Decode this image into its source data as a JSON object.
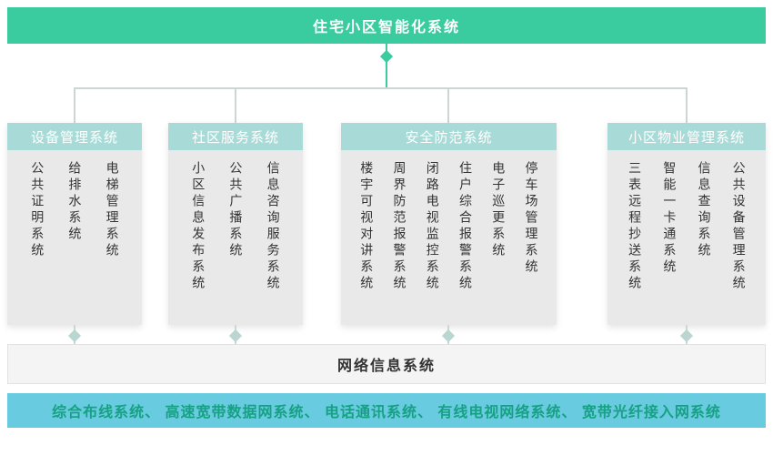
{
  "diagram": {
    "title": "住宅小区智能化系统",
    "branches": [
      {
        "name": "设备管理系统",
        "items": [
          "公共证明系统",
          "给排水系统",
          "电梯管理系统"
        ]
      },
      {
        "name": "社区服务系统",
        "items": [
          "小区信息发布系统",
          "公共广播系统",
          "信息咨询服务系统"
        ]
      },
      {
        "name": "安全防范系统",
        "items": [
          "楼宇可视对讲系统",
          "周界防范报警系统",
          "闭路电视监控系统",
          "住户综合报警系统",
          "电子巡更系统",
          "停车场管理系统"
        ]
      },
      {
        "name": "小区物业管理系统",
        "items": [
          "三表远程抄送系统",
          "智能一卡通系统",
          "信息查询系统",
          "公共设备管理系统"
        ]
      }
    ],
    "network_layer": {
      "label": "网络信息系统"
    },
    "infrastructure_bar": {
      "label": "综合布线系统、 高速宽带数据网系统、 电话通讯系统、 有线电视网络系统、 宽带光纤接入网系统"
    },
    "colors": {
      "title_bar_green": "#3acc9e",
      "branch_header_teal": "#a8dbd7",
      "branch_body_gray": "#e9e9e9",
      "network_box_gray": "#f4f4f4",
      "bottom_bar_blue": "#69cbdf",
      "bottom_bar_text_teal": "#16a184",
      "connector_gray": "#ccd6d4"
    }
  }
}
